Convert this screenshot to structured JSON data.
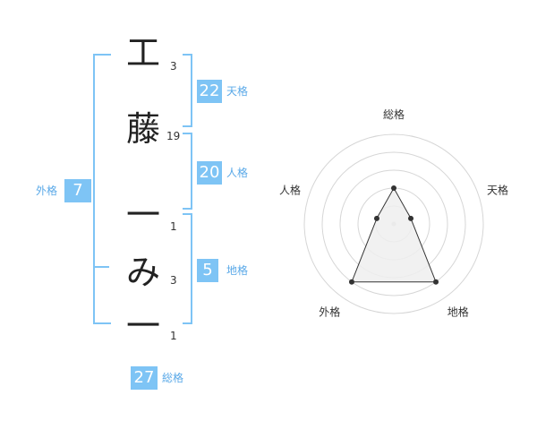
{
  "name_chars": [
    {
      "char": "工",
      "strokes": "3"
    },
    {
      "char": "藤",
      "strokes": "19"
    },
    {
      "char": "一",
      "strokes": "1"
    },
    {
      "char": "み",
      "strokes": "3"
    },
    {
      "char": "一",
      "strokes": "1"
    }
  ],
  "fortunes": {
    "tenkaku": {
      "value": "22",
      "label": "天格"
    },
    "jinkaku": {
      "value": "20",
      "label": "人格"
    },
    "chikaku": {
      "value": "5",
      "label": "地格"
    },
    "gaikaku": {
      "value": "7",
      "label": "外格"
    },
    "soukaku": {
      "value": "27",
      "label": "総格"
    }
  },
  "colors": {
    "accent": "#7ec4f5",
    "label": "#5aa9e8",
    "polygon_fill": "#eeeeee"
  },
  "chart_data": {
    "type": "radar",
    "axes": [
      "総格",
      "天格",
      "地格",
      "外格",
      "人格"
    ],
    "values": [
      2,
      1,
      4,
      4,
      1
    ],
    "max": 5,
    "rings": 5
  }
}
